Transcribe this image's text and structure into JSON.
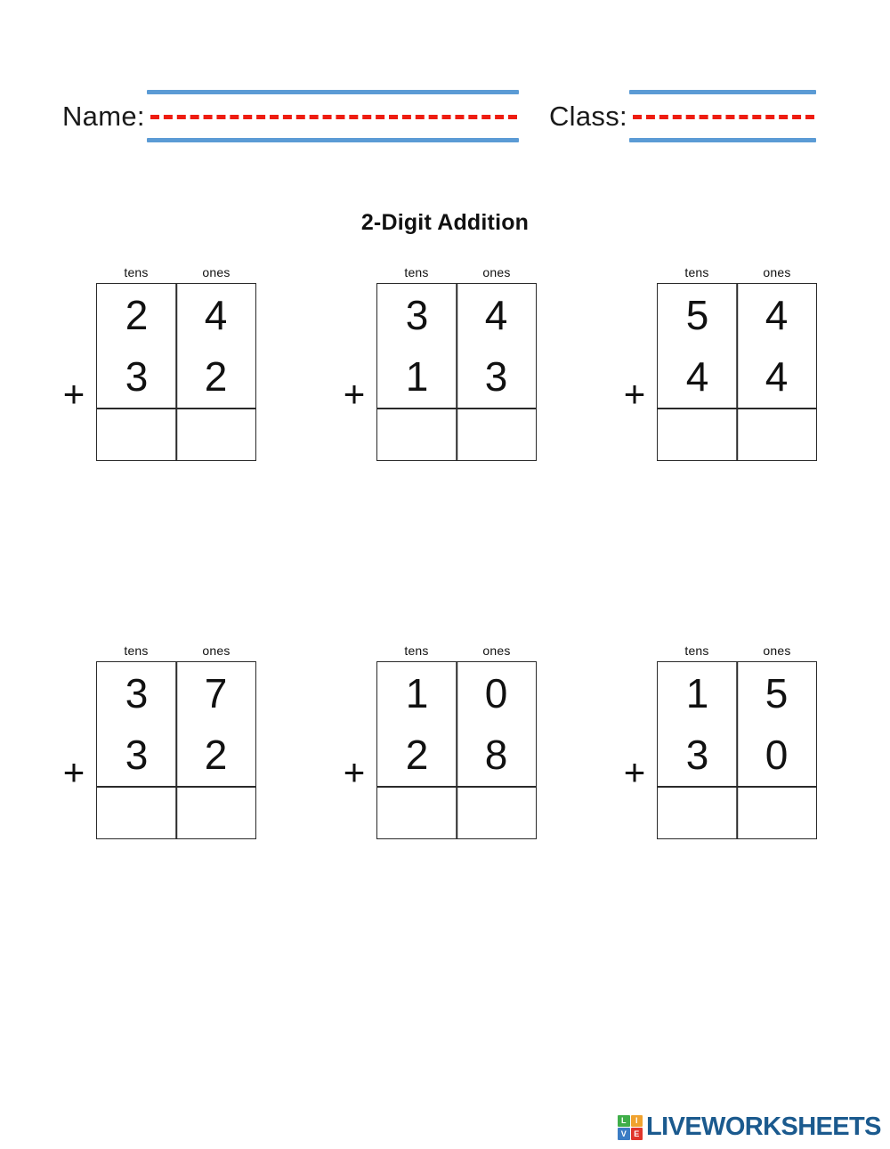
{
  "header": {
    "name_field": {
      "label": "Name:",
      "value": "",
      "placeholder": "",
      "rule_blue_color": "#5b9bd5",
      "rule_red_color": "#ee1c10"
    },
    "class_field": {
      "label": "Class:",
      "value": "",
      "placeholder": "",
      "rule_blue_color": "#5b9bd5",
      "rule_red_color": "#ee1c10"
    }
  },
  "title": "2-Digit Addition",
  "column_headings": {
    "tens": "tens",
    "ones": "ones"
  },
  "plus_symbol": "+",
  "problems": [
    {
      "id": "problem-1",
      "operator": "+",
      "addend1": {
        "tens": "2",
        "ones": "4"
      },
      "addend2": {
        "tens": "3",
        "ones": "2"
      },
      "answer": {
        "tens": "",
        "ones": ""
      }
    },
    {
      "id": "problem-2",
      "operator": "+",
      "addend1": {
        "tens": "3",
        "ones": "4"
      },
      "addend2": {
        "tens": "1",
        "ones": "3"
      },
      "answer": {
        "tens": "",
        "ones": ""
      }
    },
    {
      "id": "problem-3",
      "operator": "+",
      "addend1": {
        "tens": "5",
        "ones": "4"
      },
      "addend2": {
        "tens": "4",
        "ones": "4"
      },
      "answer": {
        "tens": "",
        "ones": ""
      }
    },
    {
      "id": "problem-4",
      "operator": "+",
      "addend1": {
        "tens": "3",
        "ones": "7"
      },
      "addend2": {
        "tens": "3",
        "ones": "2"
      },
      "answer": {
        "tens": "",
        "ones": ""
      }
    },
    {
      "id": "problem-5",
      "operator": "+",
      "addend1": {
        "tens": "1",
        "ones": "0"
      },
      "addend2": {
        "tens": "2",
        "ones": "8"
      },
      "answer": {
        "tens": "",
        "ones": ""
      }
    },
    {
      "id": "problem-6",
      "operator": "+",
      "addend1": {
        "tens": "1",
        "ones": "5"
      },
      "addend2": {
        "tens": "3",
        "ones": "0"
      },
      "answer": {
        "tens": "",
        "ones": ""
      }
    }
  ],
  "footer": {
    "wordmark": "LIVEWORKSHEETS",
    "wordmark_color": "#1b5a8e",
    "tiles": [
      {
        "letter": "L",
        "color": "#3fae49"
      },
      {
        "letter": "I",
        "color": "#f0a22e"
      },
      {
        "letter": "V",
        "color": "#3b7cc4"
      },
      {
        "letter": "E",
        "color": "#e0352b"
      }
    ]
  }
}
